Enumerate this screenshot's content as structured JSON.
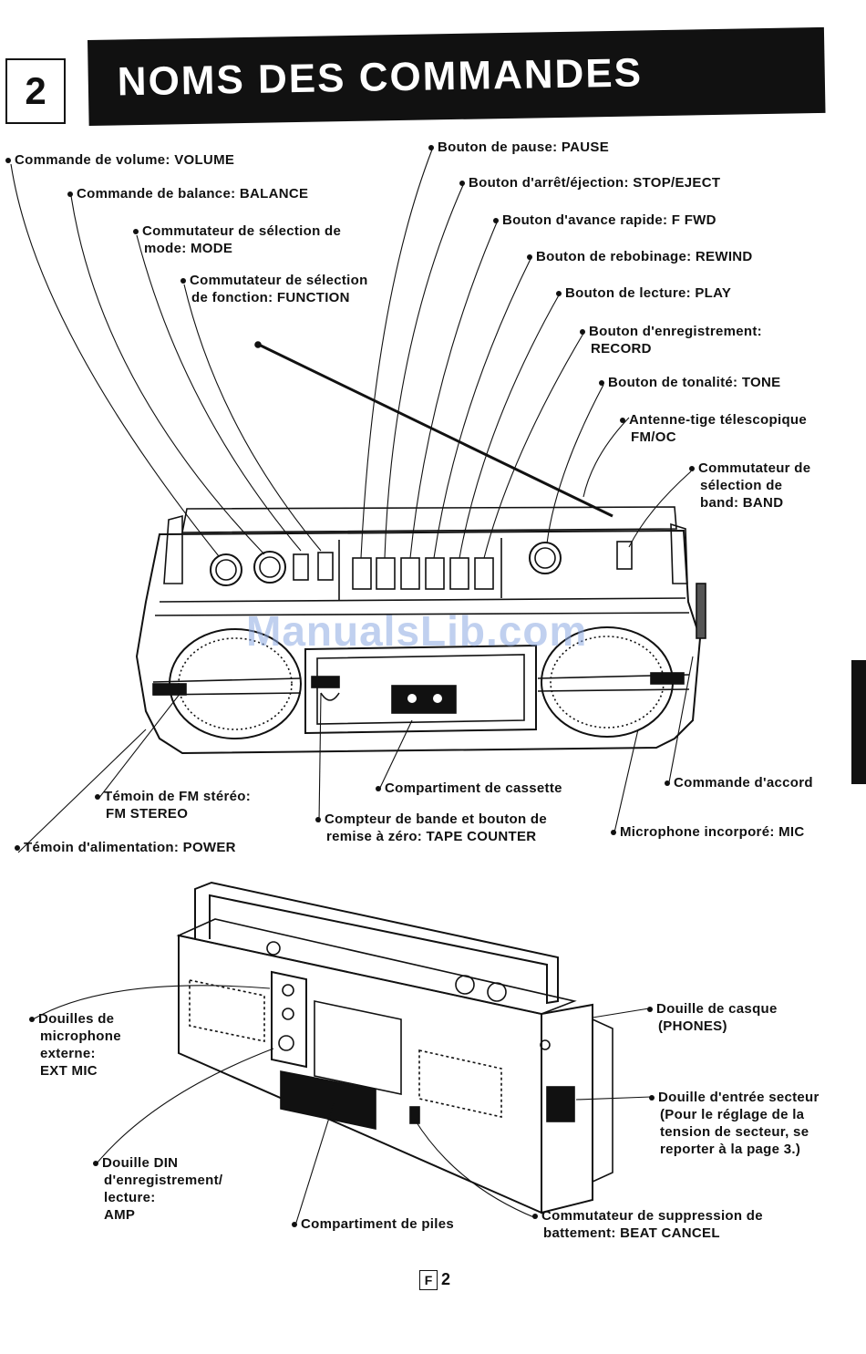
{
  "header": {
    "section_number": "2",
    "title": "NOMS DES COMMANDES"
  },
  "watermark": "ManualsLib.com",
  "labels_top_left": [
    {
      "name": "volume",
      "text": "Commande de volume: VOLUME"
    },
    {
      "name": "balance",
      "text": "Commande de balance: BALANCE"
    },
    {
      "name": "mode",
      "line1": "Commutateur de sélection de",
      "line2": "mode: MODE"
    },
    {
      "name": "function",
      "line1": "Commutateur de sélection",
      "line2": "de fonction: FUNCTION"
    }
  ],
  "labels_top_right": [
    {
      "name": "pause",
      "text": "Bouton de pause: PAUSE"
    },
    {
      "name": "stop-eject",
      "text": "Bouton d'arrêt/éjection: STOP/EJECT"
    },
    {
      "name": "ffwd",
      "text": "Bouton d'avance rapide: F FWD"
    },
    {
      "name": "rewind",
      "text": "Bouton de rebobinage: REWIND"
    },
    {
      "name": "play",
      "text": "Bouton de lecture: PLAY"
    },
    {
      "name": "record",
      "line1": "Bouton d'enregistrement:",
      "line2": "RECORD"
    },
    {
      "name": "tone",
      "text": "Bouton de tonalité: TONE"
    },
    {
      "name": "antenna",
      "line1": "Antenne-tige télescopique",
      "line2": "FM/OC"
    },
    {
      "name": "band",
      "line1": "Commutateur de",
      "line2": "sélection    de",
      "line3": "band: BAND"
    }
  ],
  "labels_front_bottom": {
    "fm_stereo": {
      "line1": "Témoin de FM stéréo:",
      "line2": "FM STEREO"
    },
    "power": "Témoin d'alimentation: POWER",
    "cassette": "Compartiment de cassette",
    "tape_counter": {
      "line1": "Compteur de bande et bouton de",
      "line2": "remise à zéro: TAPE COUNTER"
    },
    "tuning": "Commande d'accord",
    "mic": "Microphone incorporé: MIC"
  },
  "labels_back": {
    "ext_mic": {
      "line1": "Douilles de",
      "line2": "microphone",
      "line3": "externe:",
      "line4": "EXT MIC"
    },
    "din": {
      "line1": "Douille DIN",
      "line2": "d'enregistrement/",
      "line3": "lecture:",
      "line4": "AMP"
    },
    "battery": "Compartiment de piles",
    "beat_cancel": {
      "line1": "Commutateur de suppression de",
      "line2": "battement: BEAT CANCEL"
    },
    "phones": {
      "line1": "Douille de casque",
      "line2": "(PHONES)"
    },
    "ac_input": {
      "line1": "Douille d'entrée secteur",
      "line2": "(Pour le réglage de la",
      "line3": "tension de secteur, se",
      "line4": "reporter à la page 3.)"
    }
  },
  "footer": {
    "lang_box": "F",
    "page": "2"
  }
}
